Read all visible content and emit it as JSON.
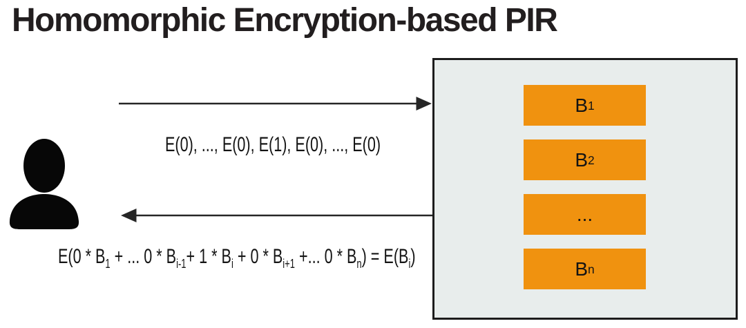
{
  "slide": {
    "title": "Homomorphic Encryption-based PIR"
  },
  "colors": {
    "background": "#ffffff",
    "title_text": "#221e1f",
    "body_text": "#141414",
    "arrow": "#262626",
    "icon": "#070707",
    "server_fill": "#e8edec",
    "server_border": "#1c1c1c",
    "block_fill": "#f0920f"
  },
  "client": {
    "icon_name": "person-silhouette-icon"
  },
  "messages": {
    "query": "E(0), ..., E(0), E(1), E(0), ..., E(0)",
    "response_formula": [
      {
        "t": "E(0 * B"
      },
      {
        "t": "1",
        "sub": true
      },
      {
        "t": " + ... 0 * B"
      },
      {
        "t": "i-1",
        "sub": true
      },
      {
        "t": "+ 1 * B"
      },
      {
        "t": "i",
        "sub": true
      },
      {
        "t": " + 0 * B"
      },
      {
        "t": "i+1",
        "sub": true
      },
      {
        "t": " +... 0 * B"
      },
      {
        "t": "n",
        "sub": true
      },
      {
        "t": ") = E(B"
      },
      {
        "t": "i",
        "sub": true
      },
      {
        "t": ")"
      }
    ]
  },
  "server": {
    "blocks": [
      {
        "label": [
          {
            "t": "B"
          },
          {
            "t": "1",
            "sub": true
          }
        ]
      },
      {
        "label": [
          {
            "t": "B"
          },
          {
            "t": "2",
            "sub": true
          }
        ]
      },
      {
        "label": [
          {
            "t": "..."
          }
        ]
      },
      {
        "label": [
          {
            "t": "B"
          },
          {
            "t": "n",
            "sub": true
          }
        ]
      }
    ]
  }
}
